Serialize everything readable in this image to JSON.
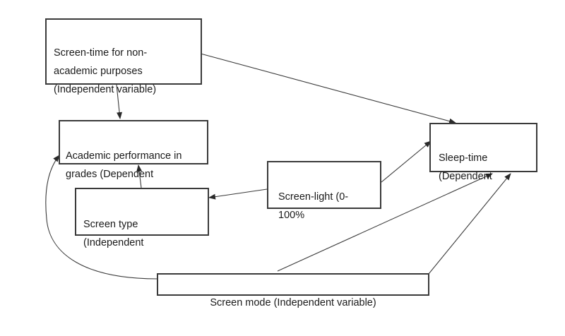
{
  "nodes": {
    "screen_time": {
      "text": "Screen-time for non-\nacademic purposes\n(Independent variable)"
    },
    "academic": {
      "text": "Academic performance in\ngrades (Dependent"
    },
    "screen_type": {
      "text": "Screen type\n(Independent"
    },
    "screen_light": {
      "text": "Screen-light (0-\n100%"
    },
    "sleep_time": {
      "text": "Sleep-time\n(Dependent"
    },
    "screen_mode": {
      "text": "Screen mode (Independent variable)"
    }
  },
  "edges": [
    {
      "from": "screen_time",
      "to": "academic"
    },
    {
      "from": "screen_time",
      "to": "sleep_time"
    },
    {
      "from": "screen_type",
      "to": "academic"
    },
    {
      "from": "screen_light",
      "to": "screen_type"
    },
    {
      "from": "screen_light",
      "to": "sleep_time"
    },
    {
      "from": "screen_mode",
      "to": "sleep_time"
    },
    {
      "from": "screen_mode",
      "to": "sleep_time"
    },
    {
      "from": "screen_mode",
      "to": "academic"
    }
  ],
  "colors": {
    "line": "#3a3a3a",
    "box_border": "#3a3a3a"
  }
}
